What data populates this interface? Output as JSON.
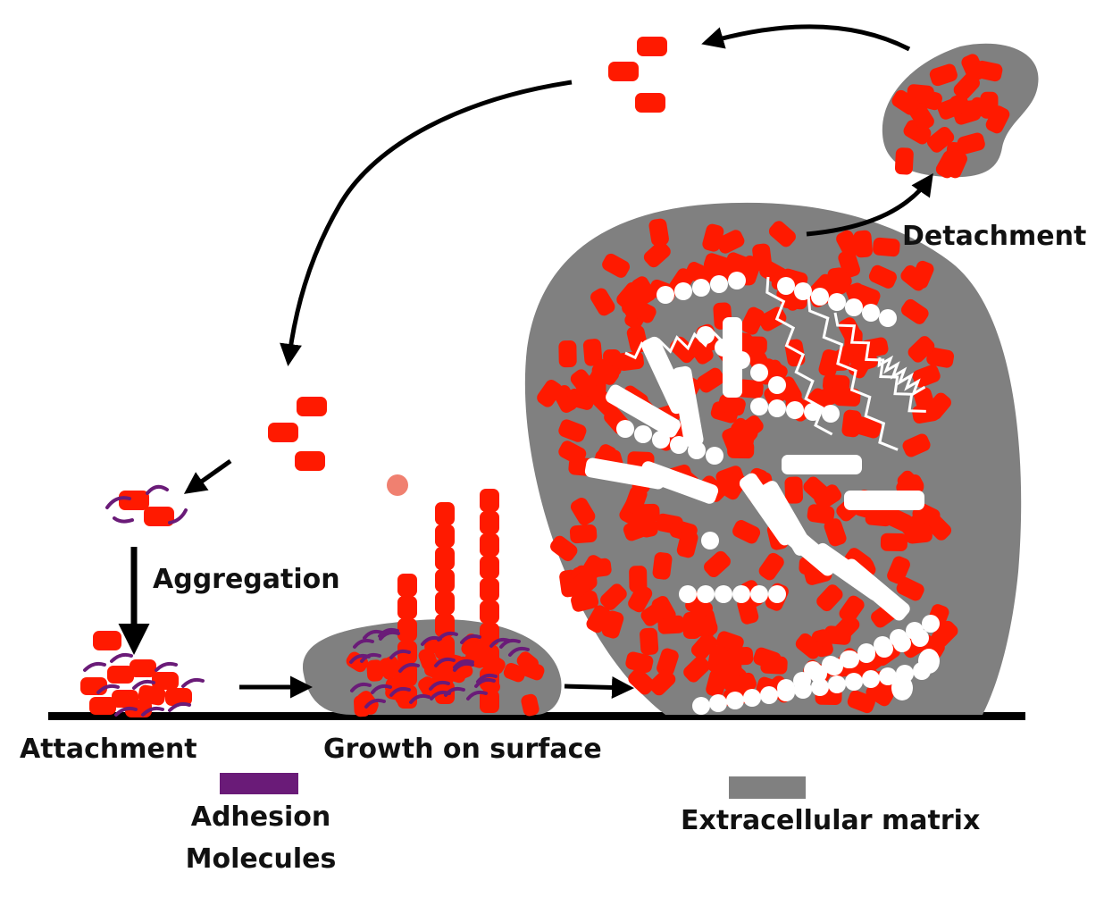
{
  "labels": {
    "detachment": "Detachment",
    "aggregation": "Aggregation",
    "attachment": "Attachment",
    "growth": "Growth on surface",
    "adhesion_line1": "Adhesion",
    "adhesion_line2": "Molecules",
    "matrix": "Extracellular matrix"
  },
  "colors": {
    "cell": "#ff1a00",
    "matrix": "#808080",
    "adhesion": "#6a1b78",
    "inner": "#ffffff",
    "ink": "#000000",
    "faded": "#f08070"
  }
}
